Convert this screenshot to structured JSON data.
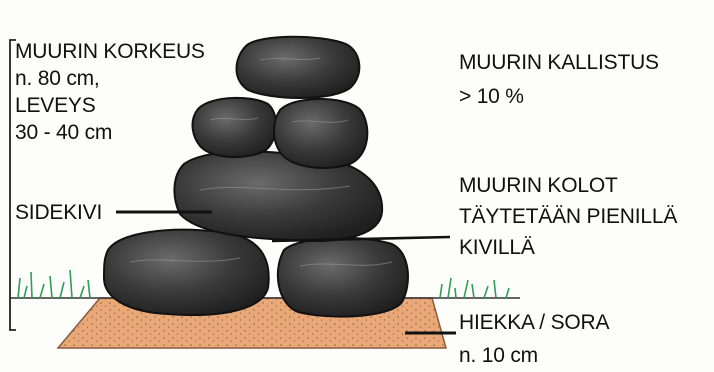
{
  "title": "",
  "colors": {
    "stone_dark": "#2b2b2b",
    "stone_mid": "#4a4a4a",
    "stone_light": "#8a8a8a",
    "sand": "#e8a573",
    "grass": "#2e9e55",
    "ink": "#111111"
  },
  "labels": {
    "wall_height": [
      "MUURIN KORKEUS",
      "n. 80 cm,",
      "LEVEYS",
      "30 - 40 cm"
    ],
    "wall_slope": [
      "MUURIN KALLISTUS",
      "> 10 %"
    ],
    "binder_stone": "SIDEKIVI",
    "gaps": [
      "MUURIN KOLOT",
      "TÄYTETÄÄN PIENILLÄ",
      "KIVILLÄ"
    ],
    "base": [
      "HIEKKA / SORA",
      "n. 10 cm"
    ]
  }
}
